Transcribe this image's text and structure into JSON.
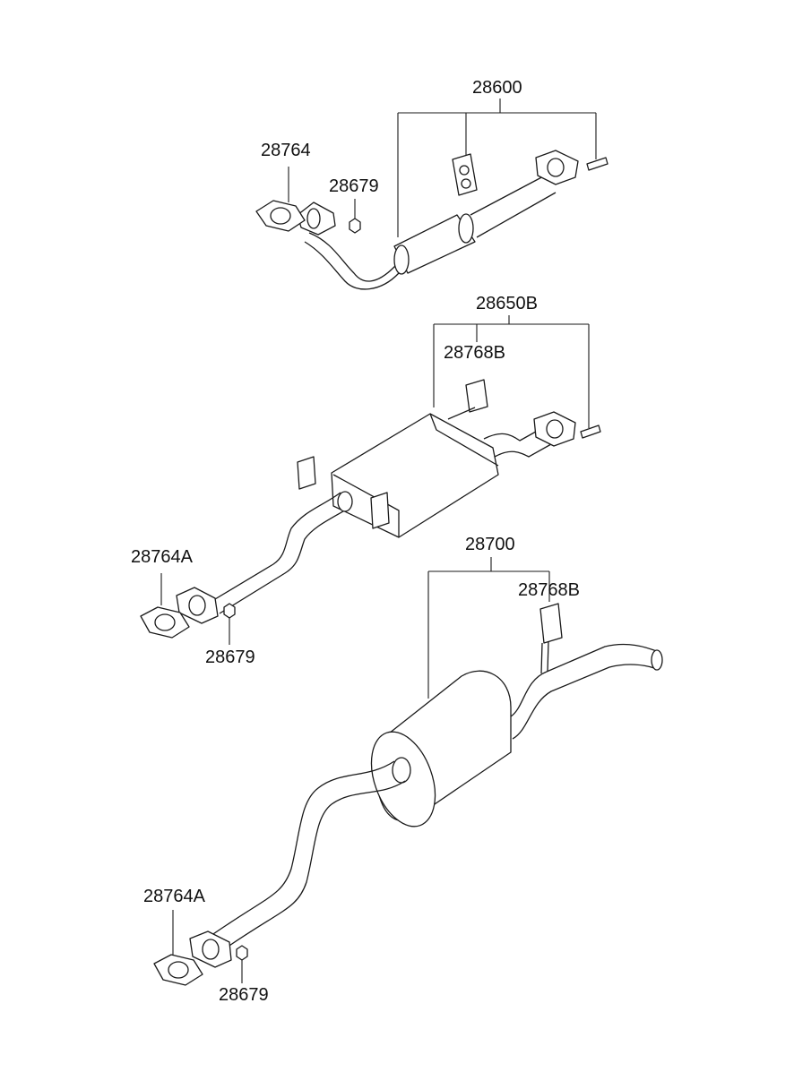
{
  "callouts": {
    "front_pipe_assy": "28600",
    "gasket_1": "28764",
    "nut_1": "28679",
    "center_muffler_assy": "28650B",
    "hanger_1": "28768B",
    "gasket_2": "28764A",
    "nut_2": "28679",
    "rear_muffler_assy": "28700",
    "hanger_2": "28768B",
    "gasket_3": "28764A",
    "nut_3": "28679"
  }
}
